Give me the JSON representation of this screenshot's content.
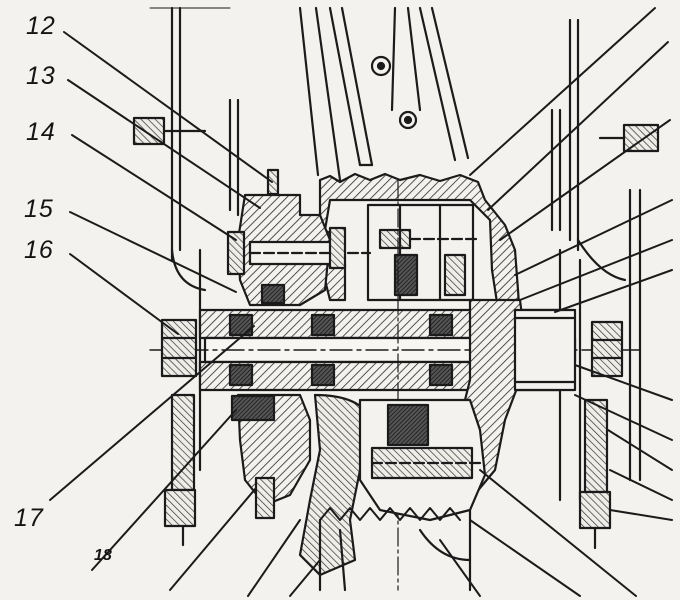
{
  "labels": [
    "12",
    "13",
    "14",
    "15",
    "16",
    "17",
    "18"
  ]
}
